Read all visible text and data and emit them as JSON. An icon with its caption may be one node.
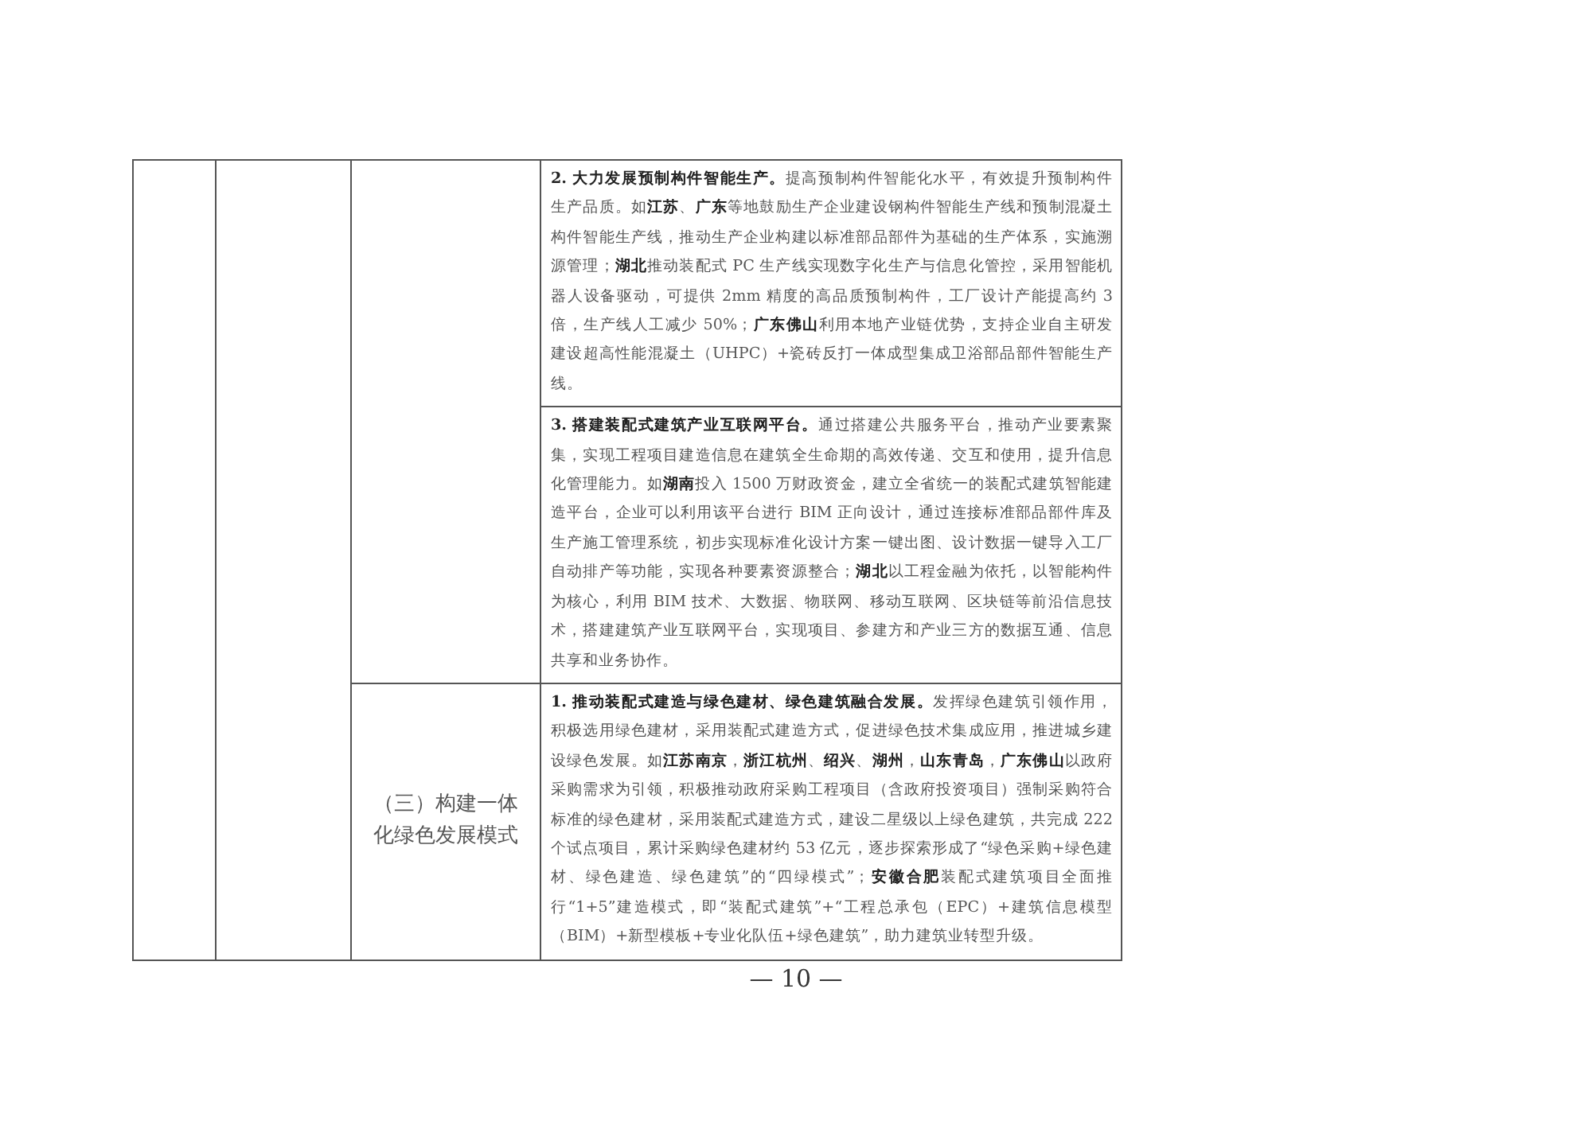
{
  "diagram": {
    "labels": [
      "**2. 大力发展预制构件智能生产。**提高预制构件智能化水平，有效提升预制构件生产品质。如**江苏**、**广东**等地鼓励生产企业建设钢构件智能生产线和预制混凝土构件智能生产线，推动生产企业构建以标准部品部件为基础的生产体系，实施溯源管理；**湖北**推动装配式 PC 生产线实现数字化生产与信息化管控，采用智能机器人设备驱动，可提供 2mm 精度的高品质预制构件，工厂设计产能提高约 3 倍，生产线人工减少 50%；**广东佛山**利用本地产业链优势，支持企业自主研发建设超高性能混凝土（UHPC）+瓷砖反打一体成型集成卫浴部品部件智能生产线。",
      "**3. 搭建装配式建筑产业互联网平台。**通过搭建公共服务平台，推动产业要素聚集，实现工程项目建造信息在建筑全生命期的高效传递、交互和使用，提升信息化管理能力。如**湖南**投入 1500 万财政资金，建立全省统一的装配式建筑智能建造平台，企业可以利用该平台进行 BIM 正向设计，通过连接标准部品部件库及生产施工管理系统，初步实现标准化设计方案一键出图、设计数据一键导入工厂自动排产等功能，实现各种要素资源整合；**湖北**以工程金融为依托，以智能构件为核心，利用 BIM 技术、大数据、物联网、移动互联网、区块链等前沿信息技术，搭建建筑产业互联网平台，实现项目、参建方和产业三方的数据互通、信息共享和业务协作。",
      "（三）构建一体化绿色发展模式",
      "**1. 推动装配式建造与绿色建材、绿色建筑融合发展。**发挥绿色建筑引领作用，积极选用绿色建材，采用装配式建造方式，促进绿色技术集成应用，推进城乡建设绿色发展。如**江苏南京**，**浙江杭州**、**绍兴**、**湖州**，**山东青岛**，**广东佛山**以政府采购需求为引领，积极推动政府采购工程项目（含政府投资项目）强制采购符合标准的绿色建材，采用装配式建造方式，建设二星级以上绿色建筑，共完成 222 个试点项目，累计采购绿色建材约 53 亿元，逐步探索形成了“绿色采购+绿色建材、绿色建造、绿色建筑”的“四绿模式”；**安徽合肥**装配式建筑项目全面推行“1+5”建造模式，即“装配式建筑”+“工程总承包（EPC）+建筑信息模型（BIM）+新型模板+专业化队伍+绿色建筑”，助力建筑业转型升级。",
      "— 10 —"
    ]
  }
}
